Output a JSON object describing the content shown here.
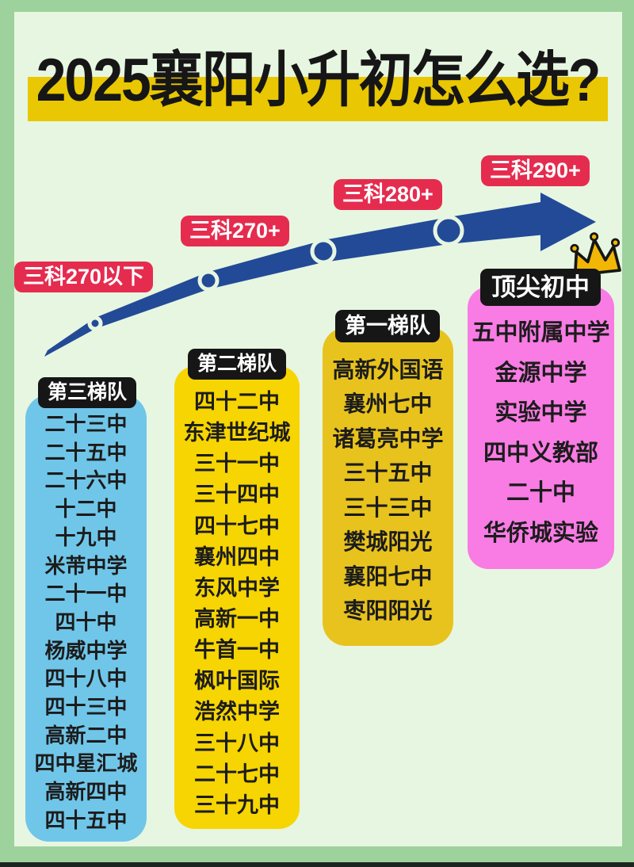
{
  "title": "2025襄阳小升初怎么选?",
  "score_labels": [
    "三科270以下",
    "三科270+",
    "三科280+",
    "三科290+"
  ],
  "tiers": [
    {
      "label": "第三梯队",
      "schools": [
        "二十三中",
        "二十五中",
        "二十六中",
        "十二中",
        "十九中",
        "米芾中学",
        "二十一中",
        "四十中",
        "杨威中学",
        "四十八中",
        "四十三中",
        "高新二中",
        "四中星汇城",
        "高新四中",
        "四十五中"
      ]
    },
    {
      "label": "第二梯队",
      "schools": [
        "四十二中",
        "东津世纪城",
        "三十一中",
        "三十四中",
        "四十七中",
        "襄州四中",
        "东风中学",
        "高新一中",
        "牛首一中",
        "枫叶国际",
        "浩然中学",
        "三十八中",
        "二十七中",
        "三十九中"
      ]
    },
    {
      "label": "第一梯队",
      "schools": [
        "高新外国语",
        "襄州七中",
        "诸葛亮中学",
        "三十五中",
        "三十三中",
        "樊城阳光",
        "襄阳七中",
        "枣阳阳光"
      ]
    },
    {
      "label": "顶尖初中",
      "schools": [
        "五中附属中学",
        "金源中学",
        "实验中学",
        "四中义教部",
        "二十中",
        "华侨城实验"
      ]
    }
  ],
  "icons": {
    "crown": "crown-icon"
  },
  "colors": {
    "page_border": "#9ed29c",
    "background": "#e7f6e1",
    "title_highlight": "#e9c702",
    "title_text": "#161616",
    "arrow": "#224a97",
    "arrow_node_ring": "#e7f6e1",
    "score_label_bg": "#e52c4f",
    "score_label_text": "#ffffff",
    "tier_header_bg": "#161616",
    "tier_header_text": "#ffffff",
    "tier3_bg": "#70c6e9",
    "tier2_bg": "#f6d502",
    "tier1_bg": "#e8c31d",
    "top_tier_bg": "#f87ce4",
    "crown": "#f2b705",
    "school_text": "#1c1c1c",
    "bottom_strip": "#1c241f"
  }
}
